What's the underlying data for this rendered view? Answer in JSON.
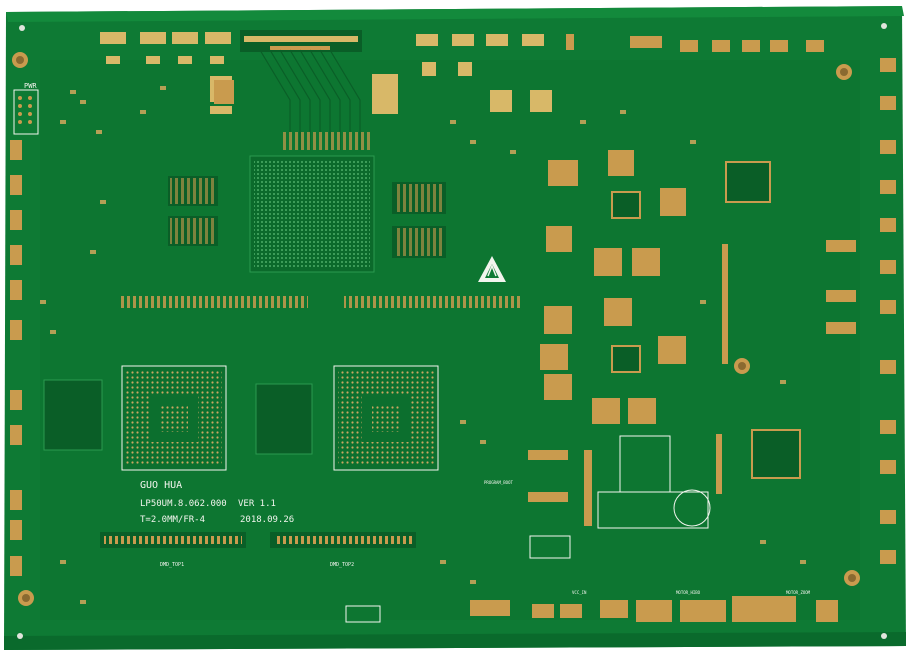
{
  "board": {
    "designer": "GUO HUA",
    "part_number": "LP50UM.8.062.000",
    "version": "VER 1.1",
    "thickness_material": "T=2.0MM/FR-4",
    "date": "2018.09.26",
    "connector_labels": [
      "DMD_TOP1",
      "DMD_TOP2"
    ],
    "other_labels": [
      "PWR",
      "PROGRAM_BOOT",
      "MOTOR_HIBO",
      "MOTOR_ZOOM",
      "VCC_IN"
    ],
    "colors": {
      "background": "#ffffff",
      "solder_mask": "#0e7a34",
      "solder_mask_dark": "#0a5e27",
      "copper_pad": "#c99b4e",
      "gold_pad": "#d8b868",
      "silkscreen": "#f2f5ee"
    },
    "icons": [
      "esd-warning-icon",
      "mounting-hole-icon",
      "bga-chip-icon",
      "qfp-chip-icon"
    ]
  }
}
